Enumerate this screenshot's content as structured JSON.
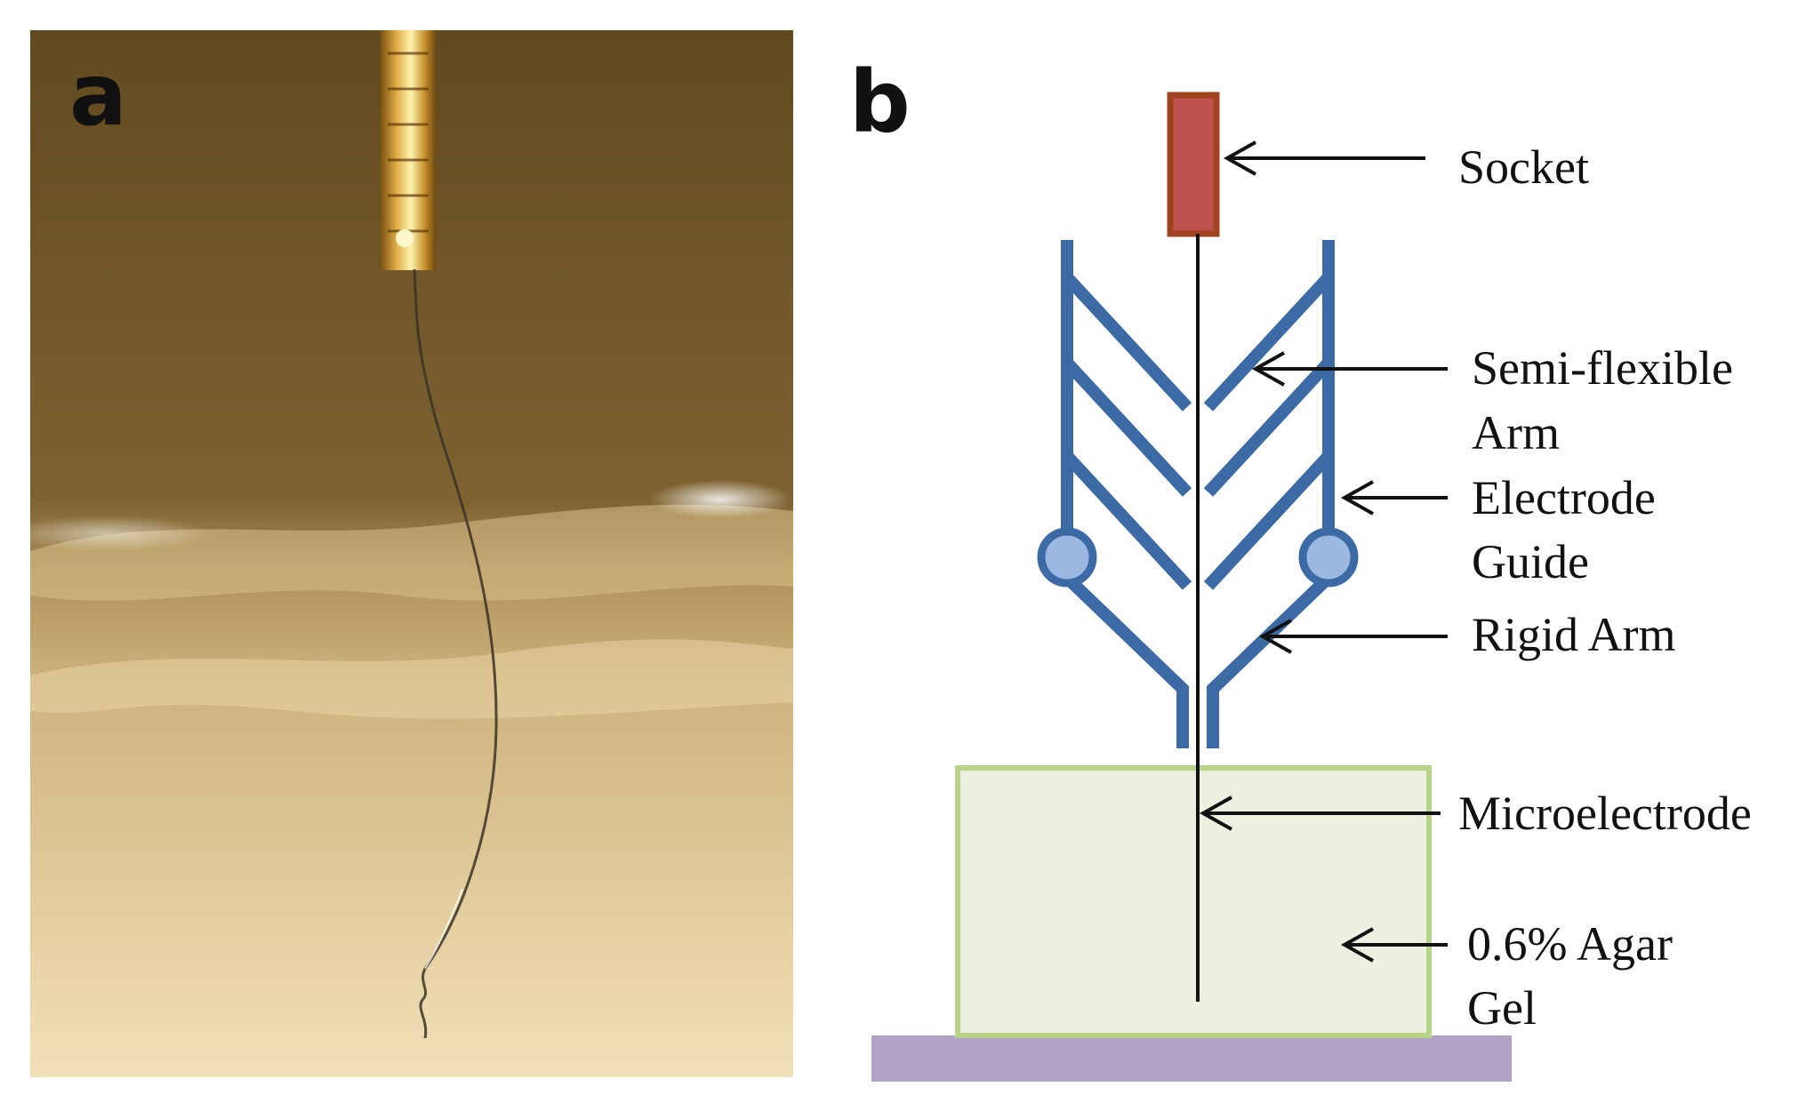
{
  "panel_a": {
    "letter": "a",
    "photo": "microelectrode-wire-photo"
  },
  "panel_b": {
    "letter": "b",
    "labels": {
      "socket": "Socket",
      "semi_flexible_line1": "Semi-flexible",
      "semi_flexible_line2": "Arm",
      "electrode_guide_line1": "Electrode",
      "electrode_guide_line2": "Guide",
      "rigid_arm": "Rigid Arm",
      "microelectrode": "Microelectrode",
      "agar_line1": "0.6% Agar",
      "agar_line2": "Gel"
    }
  },
  "colors": {
    "socket_fill": "#c0504d",
    "socket_border": "#a0441f",
    "device_blue": "#3c6aa5",
    "joint_fill": "#9bb8e0",
    "gel_fill": "#ebf1de",
    "gel_border": "#b7d38a",
    "base_fill": "#b2a2c7",
    "photo_dark": "#6b5225",
    "photo_light": "#e9d6aa"
  }
}
